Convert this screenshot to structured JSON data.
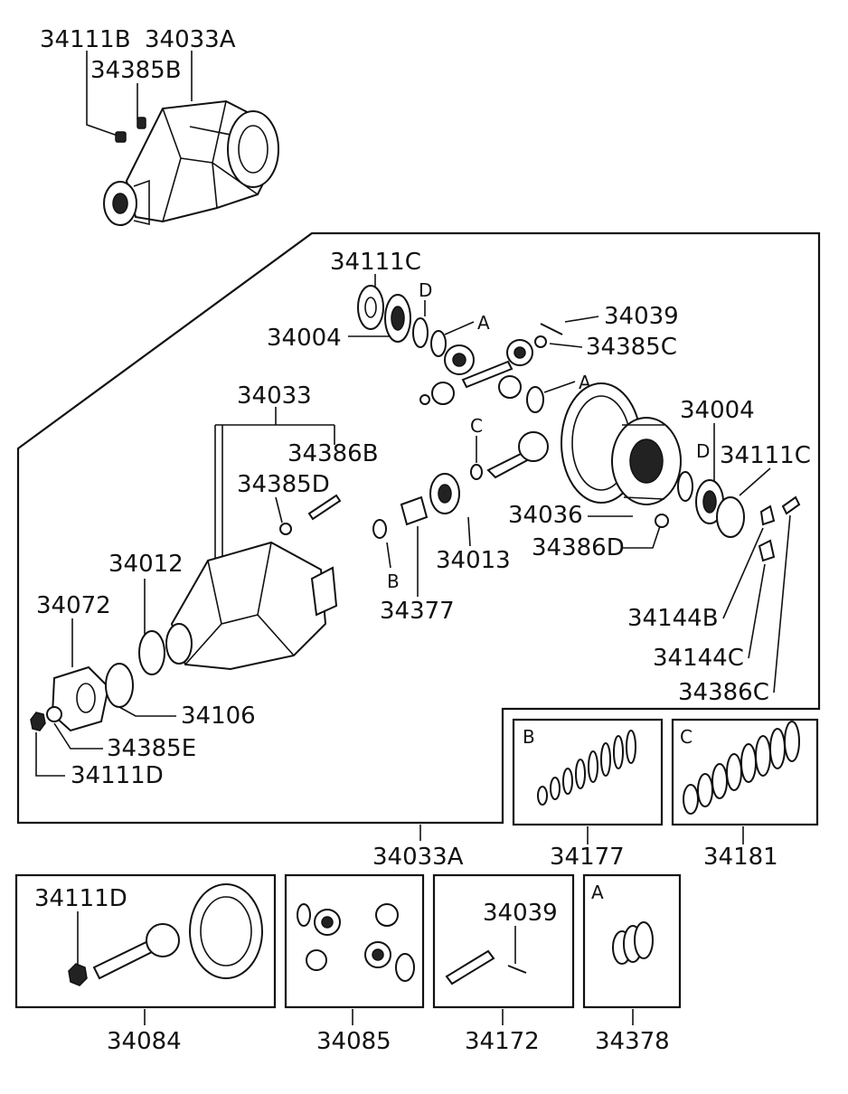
{
  "top_assembly": {
    "nut_label": "34111B",
    "carrier_label": "34033A",
    "plug_label": "34385B"
  },
  "main_box": {
    "bearing_nut_left": "34111C",
    "bearing_left": "34004",
    "ref_d_upper": "D",
    "ref_a_upper": "A",
    "pin_label": "34039",
    "plug_c": "34385C",
    "ref_a_mid": "A",
    "case_label": "34033",
    "bolt_b": "34386B",
    "plug_d": "34385D",
    "bearing_right": "34004",
    "ref_c": "C",
    "ref_d_right": "D",
    "bearing_nut_right": "34111C",
    "pinion_label": "34036",
    "bolt_d": "34386D",
    "carrier_case": "34012",
    "ref_b": "B",
    "front_bearing": "34013",
    "flange": "34072",
    "spacer": "34377",
    "lock_b": "34144B",
    "lock_c": "34144C",
    "bolt_c": "34386C",
    "seal": "34106",
    "plug_e": "34385E",
    "nut_d": "34111D",
    "assembly_callout": "34033A"
  },
  "kit_boxes": [
    {
      "key": "B",
      "label": "34177"
    },
    {
      "key": "C",
      "label": "34181"
    }
  ],
  "bottom_boxes": [
    {
      "inner_label": "34111D",
      "label": "34084"
    },
    {
      "inner_label": "",
      "label": "34085"
    },
    {
      "inner_label": "34039",
      "label": "34172"
    },
    {
      "inner_label": "A",
      "label": "34378"
    }
  ]
}
